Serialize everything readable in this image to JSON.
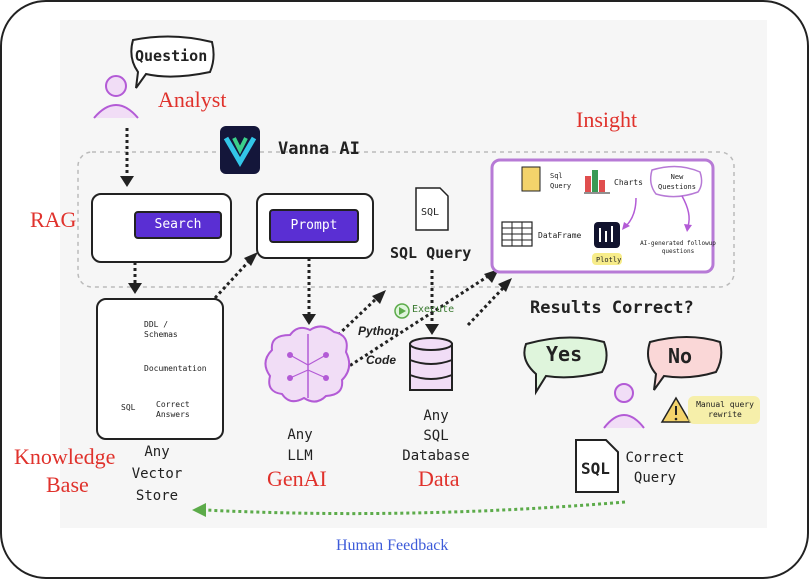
{
  "labels": {
    "analyst": "Analyst",
    "rag": "RAG",
    "insight": "Insight",
    "knowledge_base_line1": "Knowledge",
    "knowledge_base_line2": "Base",
    "genai": "GenAI",
    "data": "Data",
    "human_feedback": "Human Feedback"
  },
  "bubble": {
    "question": "Question"
  },
  "brand": {
    "name": "Vanna AI"
  },
  "buttons": {
    "search": "Search",
    "prompt": "Prompt",
    "execute": "Execute"
  },
  "sql_query": {
    "label": "SQL Query",
    "icon_text": "SQL"
  },
  "vector_store": {
    "items": [
      {
        "icon": "database-icon",
        "text": "DDL / Schemas"
      },
      {
        "icon": "document-icon",
        "text": "Documentation"
      },
      {
        "icon": "sql-file-icon",
        "text": "Correct Answers"
      }
    ],
    "caption_line1": "Any",
    "caption_line2": "Vector",
    "caption_line3": "Store"
  },
  "llm": {
    "caption_line1": "Any",
    "caption_line2": "LLM"
  },
  "database": {
    "caption_line1": "Any",
    "caption_line2": "SQL",
    "caption_line3": "Database"
  },
  "code_labels": {
    "python": "Python",
    "code": "Code"
  },
  "insight_panel": {
    "sql_query": "Sql Query",
    "charts": "Charts",
    "new_questions": "New Questions",
    "dataframe": "DataFrame",
    "plotly": "Plotly",
    "followups": "AI-generated followup questions"
  },
  "results": {
    "title": "Results Correct?",
    "yes": "Yes",
    "no": "No",
    "manual": "Manual query rewrite",
    "correct_query_line1": "Correct",
    "correct_query_line2": "Query",
    "sql_icon_text": "SQL"
  },
  "colors": {
    "label_red": "#e0322c",
    "feedback_blue": "#3d5bd9",
    "accent_purple": "#5a2fd3",
    "insight_border": "#b77ad6",
    "arrow_green": "#5cab4a"
  }
}
